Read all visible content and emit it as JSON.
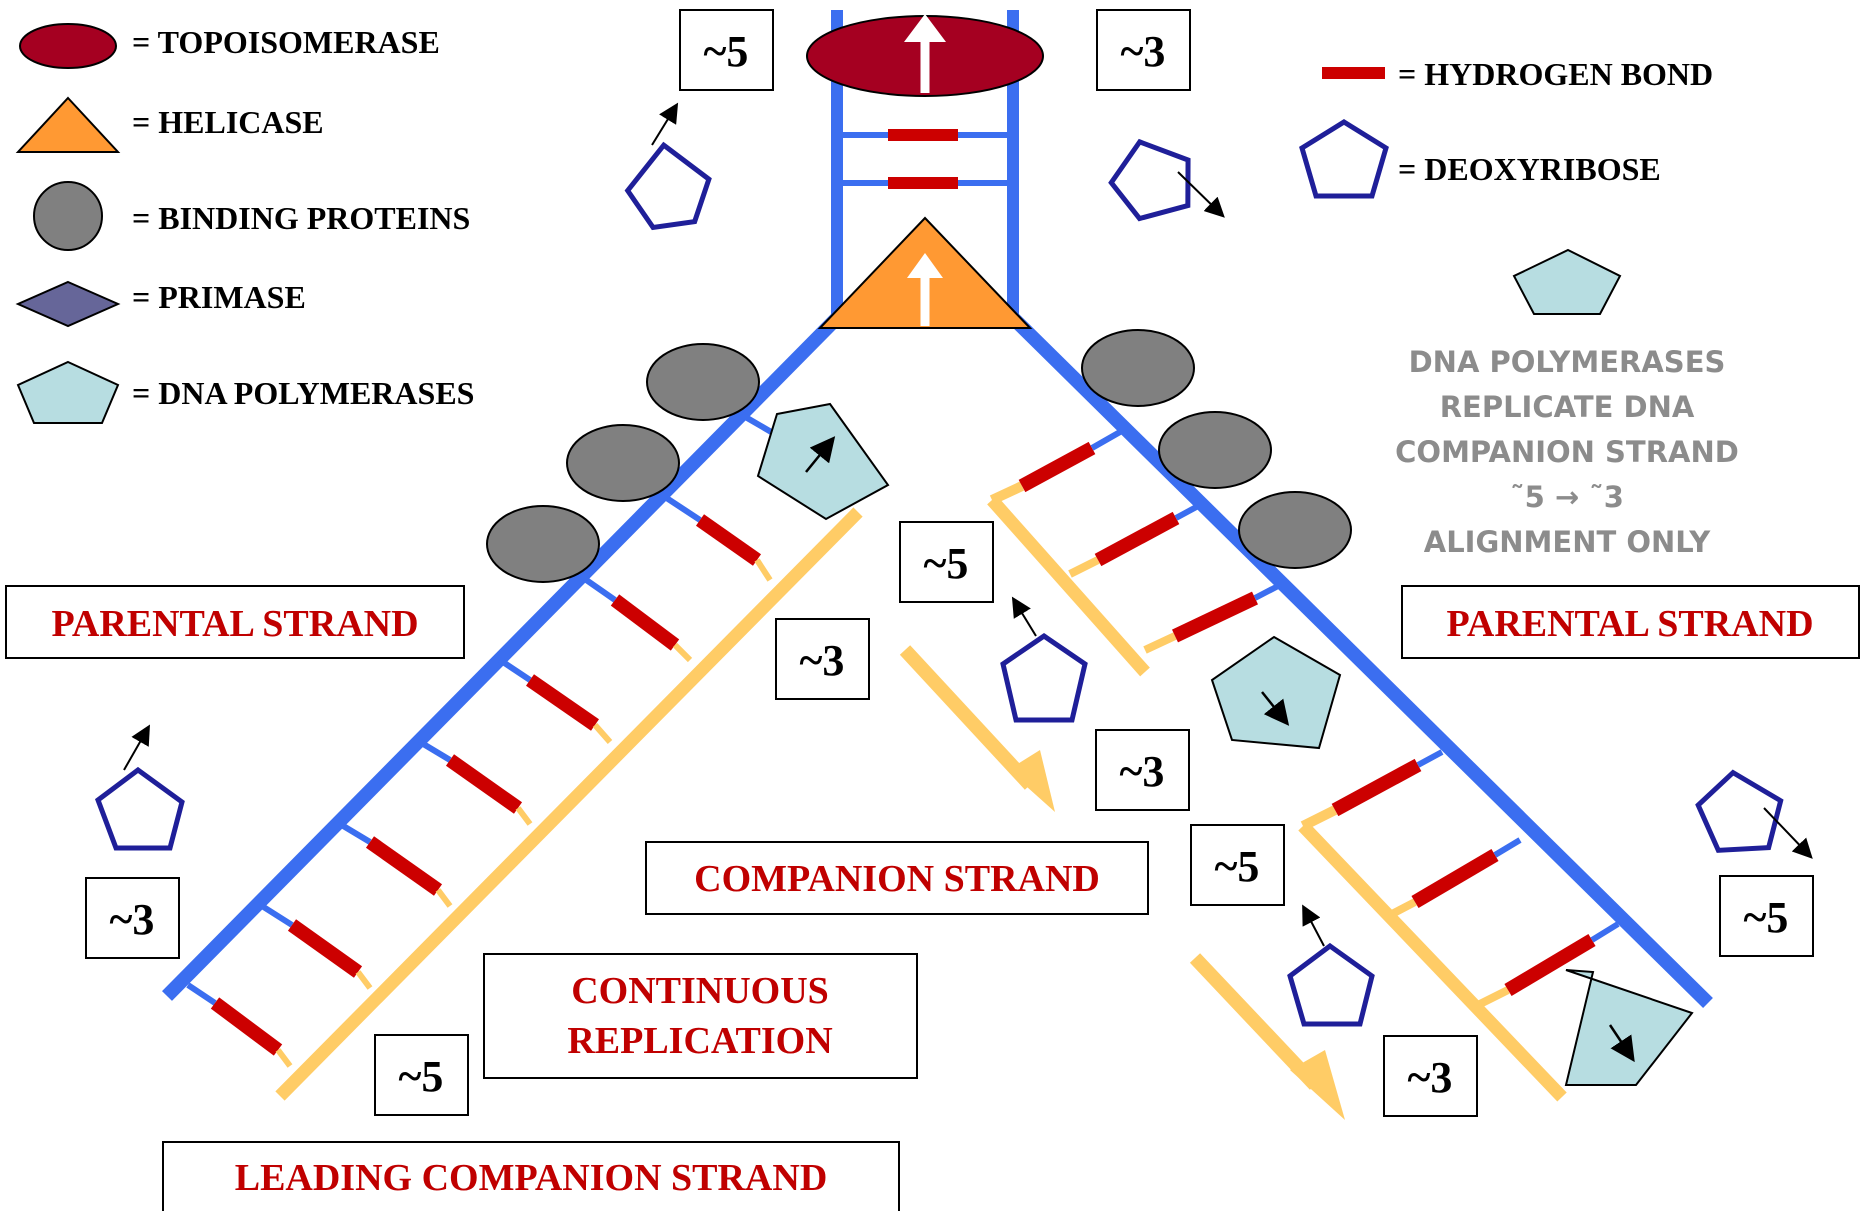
{
  "legend": {
    "topoisomerase": "= TOPOISOMERASE",
    "helicase": "= HELICASE",
    "binding_proteins": "= BINDING PROTEINS",
    "primase": "= PRIMASE",
    "dna_polymerases": "= DNA POLYMERASES",
    "hydrogen_bond": "= HYDROGEN BOND",
    "deoxyribose": "= DEOXYRIBOSE"
  },
  "note": {
    "line1": "DNA POLYMERASES",
    "line2": "REPLICATE DNA",
    "line3": "COMPANION STRAND",
    "line4": "˜5 → ˜3",
    "line5": "ALIGNMENT ONLY"
  },
  "labels": {
    "parental_left": "PARENTAL STRAND",
    "parental_right": "PARENTAL STRAND",
    "companion_strand": "COMPANION STRAND",
    "continuous_line1": "CONTINUOUS",
    "continuous_line2": "REPLICATION",
    "leading_companion": "LEADING COMPANION STRAND"
  },
  "ends": {
    "top_left": "~5",
    "top_right": "~3",
    "left_companion_top": "~3",
    "left_parent_bottom": "~3",
    "left_companion_bottom": "~5",
    "right_frag1_top": "~5",
    "right_frag1_bottom": "~3",
    "right_frag2_top": "~5",
    "right_frag2_bottom": "~3",
    "right_parent_bottom": "~5"
  },
  "colors": {
    "parental_strand": "#3b6ef0",
    "companion_strand": "#ffcc66",
    "hydrogen_bond": "#cc0000",
    "topoisomerase": "#a50021",
    "helicase": "#ff9933",
    "binding_protein": "#808080",
    "primase": "#666699",
    "polymerase": "#b7dde1",
    "deoxyribose": "#1f1f99",
    "label_red": "#c00000",
    "note_gray": "#8c8c8c"
  }
}
